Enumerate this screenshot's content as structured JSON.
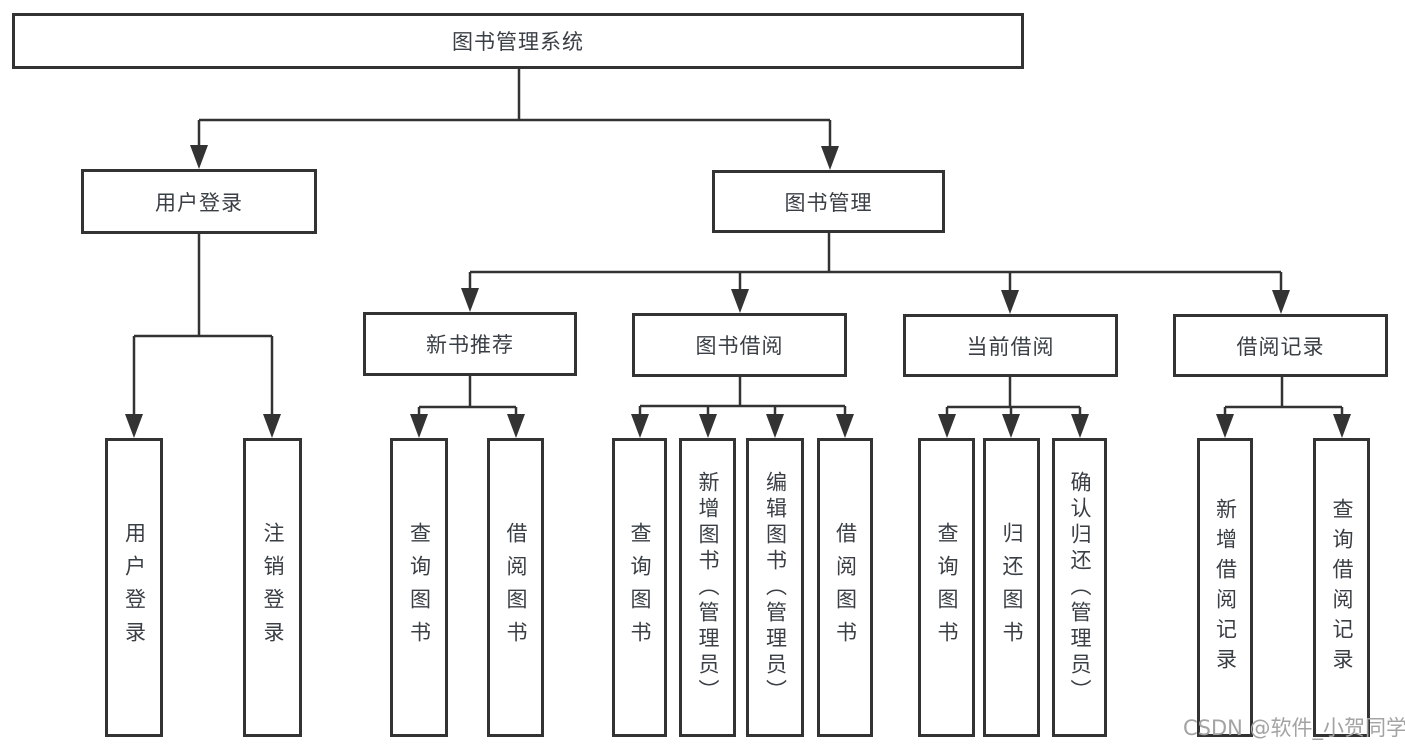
{
  "diagram": {
    "nodes": {
      "root": "图书管理系统",
      "user_login": "用户登录",
      "book_mgmt": "图书管理",
      "new_book_rec": "新书推荐",
      "book_borrow": "图书借阅",
      "current_borrow": "当前借阅",
      "borrow_records": "借阅记录",
      "user_login_leaf": "用户登录",
      "logout_leaf": "注销登录",
      "nb_query": "查询图书",
      "nb_borrow": "借阅图书",
      "bb_query": "查询图书",
      "bb_add": "新增图书（管理员）",
      "bb_edit": "编辑图书（管理员）",
      "bb_borrow": "借阅图书",
      "cb_query": "查询图书",
      "cb_return": "归还图书",
      "cb_confirm": "确认归还（管理员）",
      "br_add": "新增借阅记录",
      "br_query": "查询借阅记录"
    }
  },
  "watermark": "CSDN @软件_小贺同学",
  "colors": {
    "line": "#333333",
    "text": "#3a3f45",
    "watermark": "#a3a3a3",
    "background": "#ffffff"
  }
}
